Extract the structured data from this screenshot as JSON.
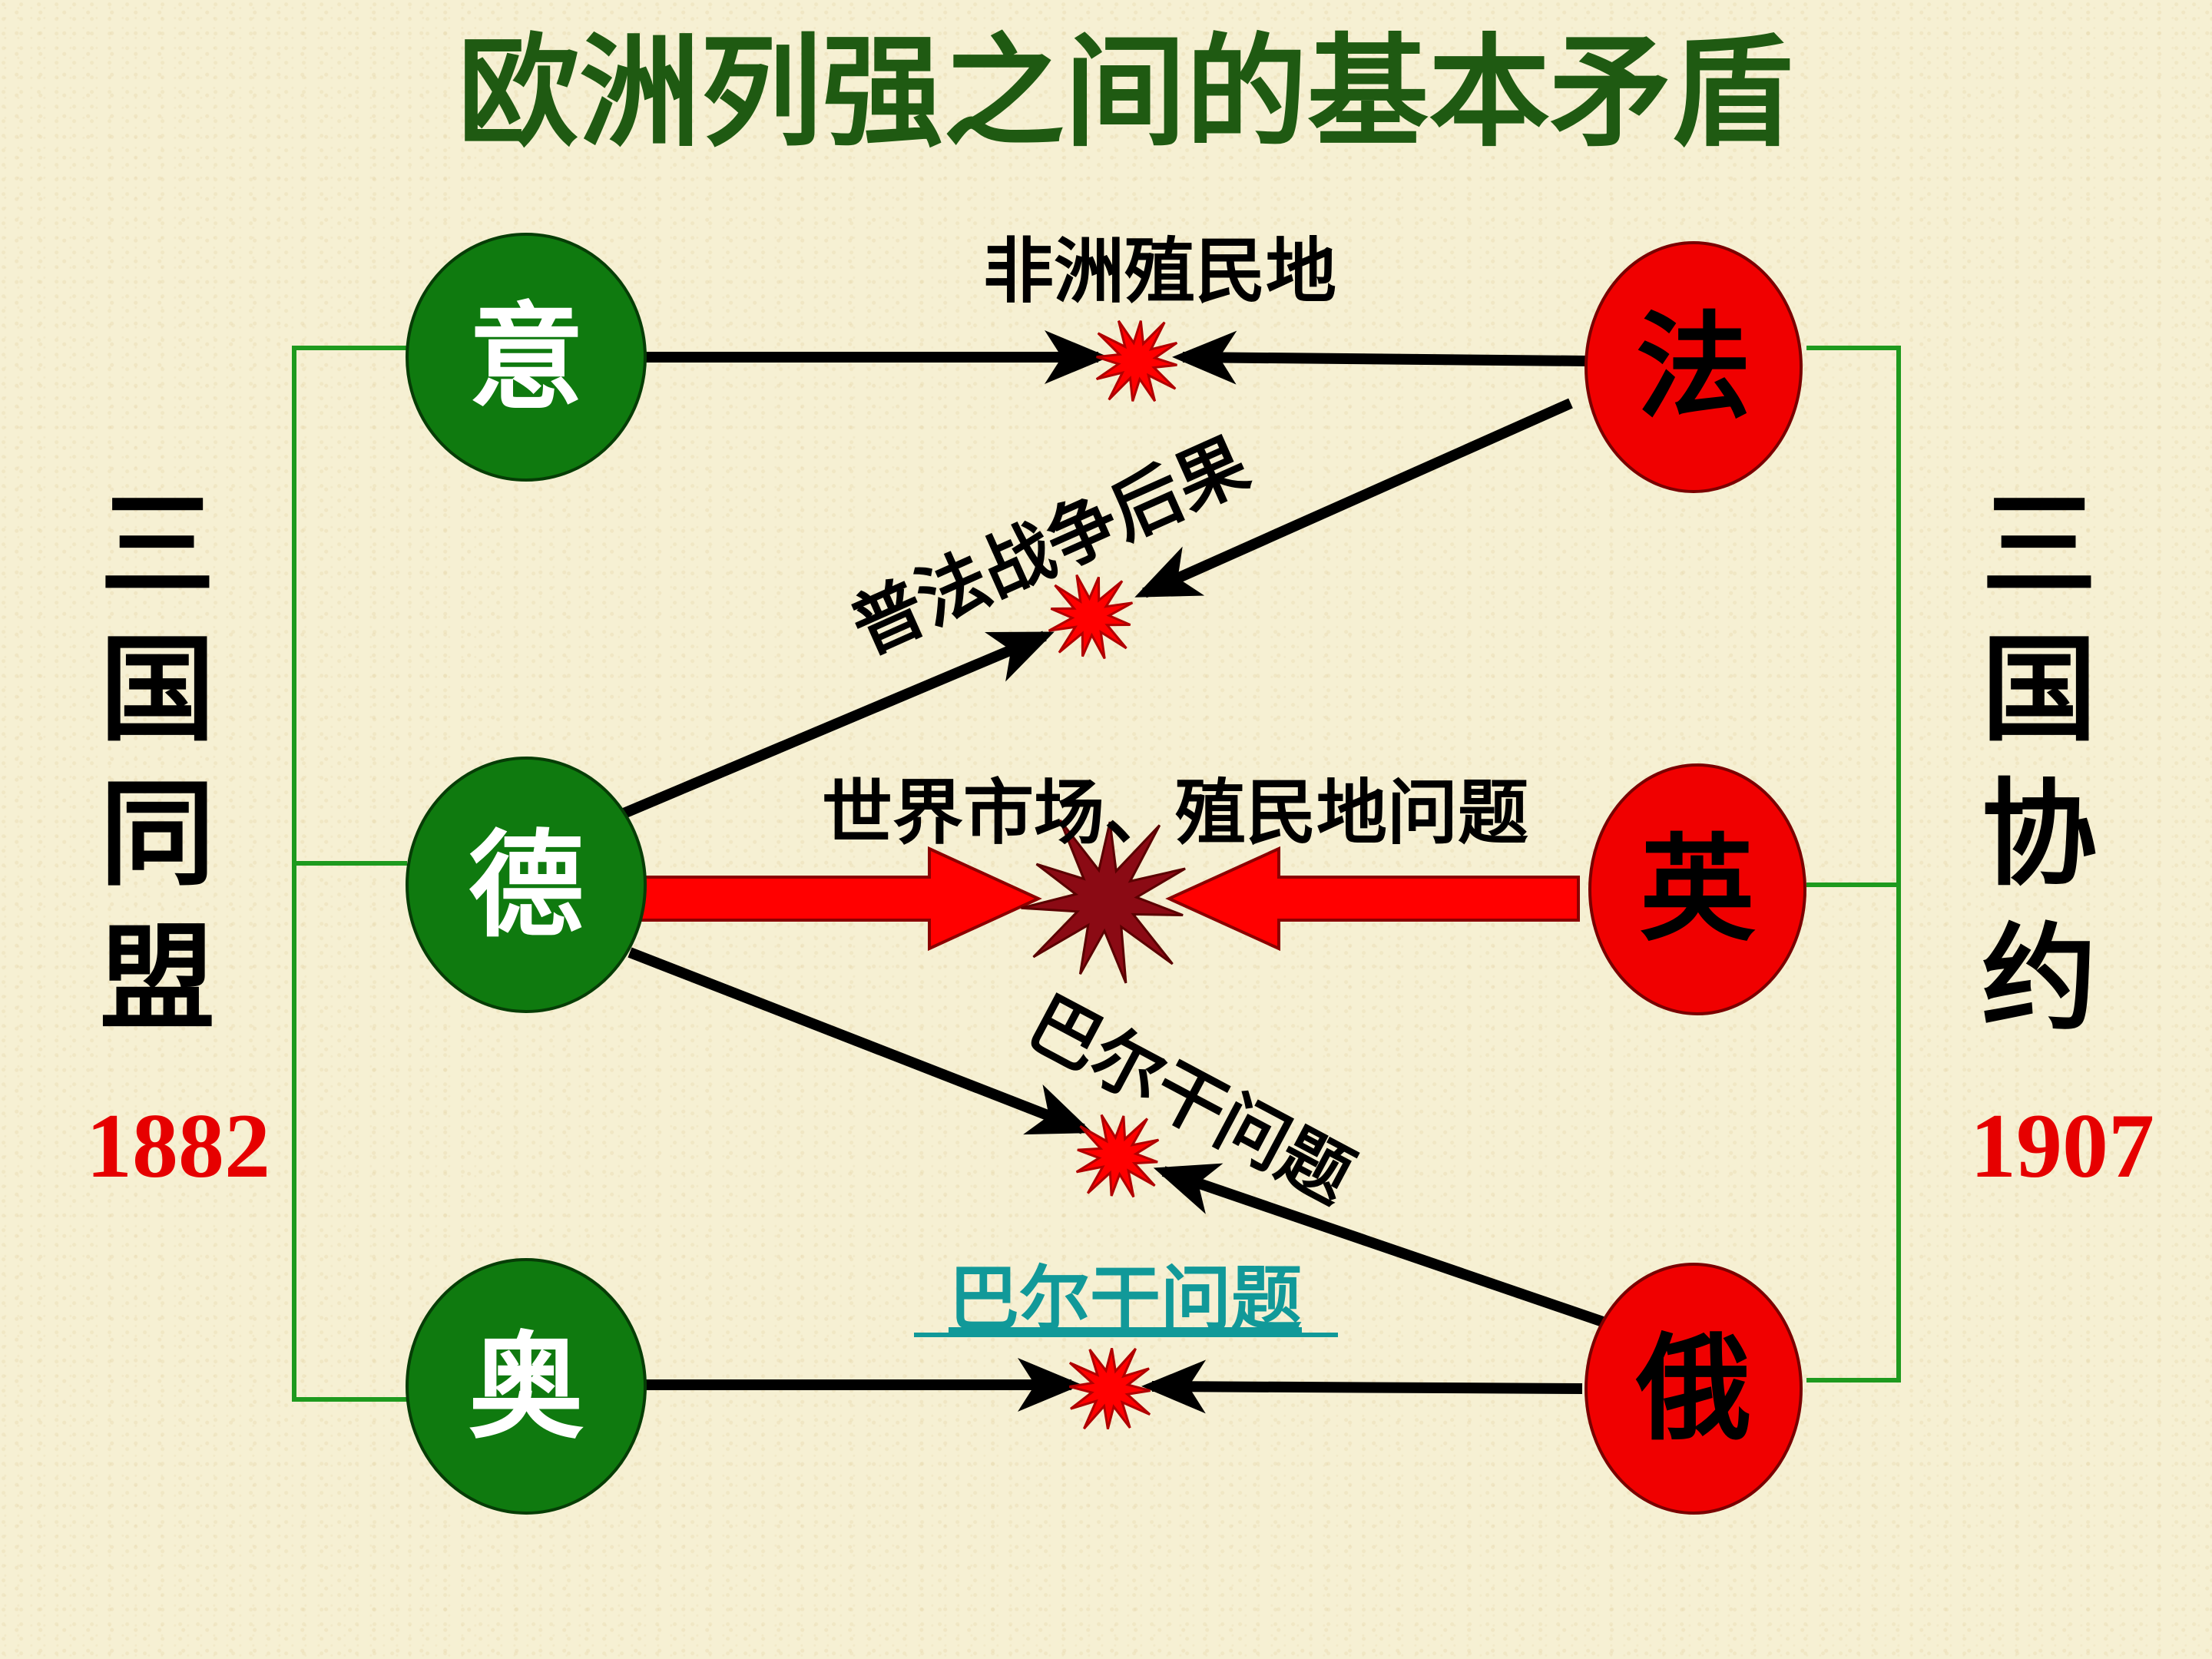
{
  "title": "欧洲列强之间的基本矛盾",
  "alliances": {
    "triple_alliance": {
      "chars": [
        "三",
        "国",
        "同",
        "盟"
      ],
      "year": "1882"
    },
    "triple_entente": {
      "chars": [
        "三",
        "国",
        "协",
        "约"
      ],
      "year": "1907"
    }
  },
  "countries": {
    "italy": "意",
    "germany": "德",
    "austria": "奥",
    "france": "法",
    "britain": "英",
    "russia": "俄"
  },
  "conflicts": {
    "africa_colonies": "非洲殖民地",
    "franco_prussian": "普法战争后果",
    "world_market": "世界市场、殖民地问题",
    "balkan_1": "巴尔干问题",
    "balkan_2": "巴尔干问题"
  },
  "colors": {
    "background": "#f6f0d3",
    "title": "#1f5a12",
    "alliance_circle": "#0f7a0f",
    "entente_circle": "#f00000",
    "year": "#e60000",
    "bracket": "#1e9a1e",
    "link": "#119999",
    "main_conflict_star": "#8b0a14",
    "conflict_star": "#ff0000"
  }
}
